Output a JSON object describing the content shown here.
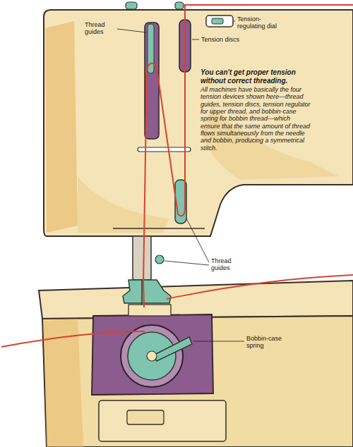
{
  "diagram": {
    "labels": [
      "Thread guides",
      "Tension discs",
      "Tension-regulating dial",
      "You can't get proper tension without correct threading.",
      "All machines have basically the four tension devices shown here—thread guides, tension discs, tension regulator for upper thread, and bobbin-case spring for bobbin thread—which ensure that the same amount of thread flows simultaneously from the needle and bobbin, producing a symmetrical stitch.",
      "Thread guides",
      "Bobbin-case spring"
    ]
  }
}
